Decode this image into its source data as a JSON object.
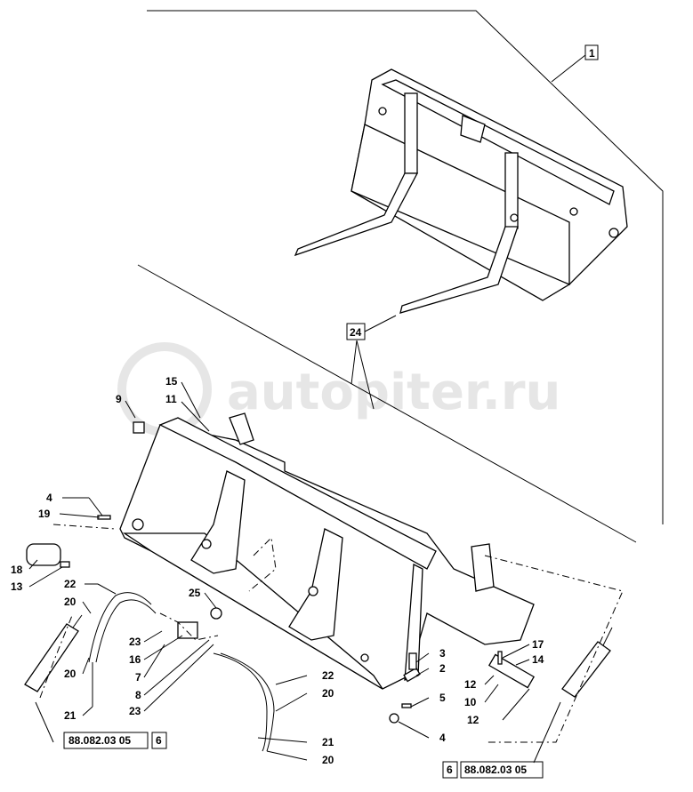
{
  "watermark": {
    "text": "autopiter.ru"
  },
  "callouts": {
    "c1": "1",
    "c2": "2",
    "c3": "3",
    "c4a": "4",
    "c4b": "4",
    "c5": "5",
    "c7": "7",
    "c8": "8",
    "c9": "9",
    "c10": "10",
    "c11": "11",
    "c12a": "12",
    "c12b": "12",
    "c13": "13",
    "c14": "14",
    "c15": "15",
    "c16": "16",
    "c17": "17",
    "c18": "18",
    "c19": "19",
    "c20a": "20",
    "c20b": "20",
    "c20c": "20",
    "c20d": "20",
    "c21a": "21",
    "c21b": "21",
    "c22a": "22",
    "c22b": "22",
    "c23a": "23",
    "c23b": "23",
    "c24": "24",
    "c25": "25"
  },
  "ref_boxes": {
    "left_ref": "88.082.03 05",
    "left_num": "6",
    "right_num": "6",
    "right_ref": "88.082.03 05"
  },
  "colors": {
    "line": "#000000",
    "watermark": "#e6e6e6",
    "background": "#ffffff"
  }
}
